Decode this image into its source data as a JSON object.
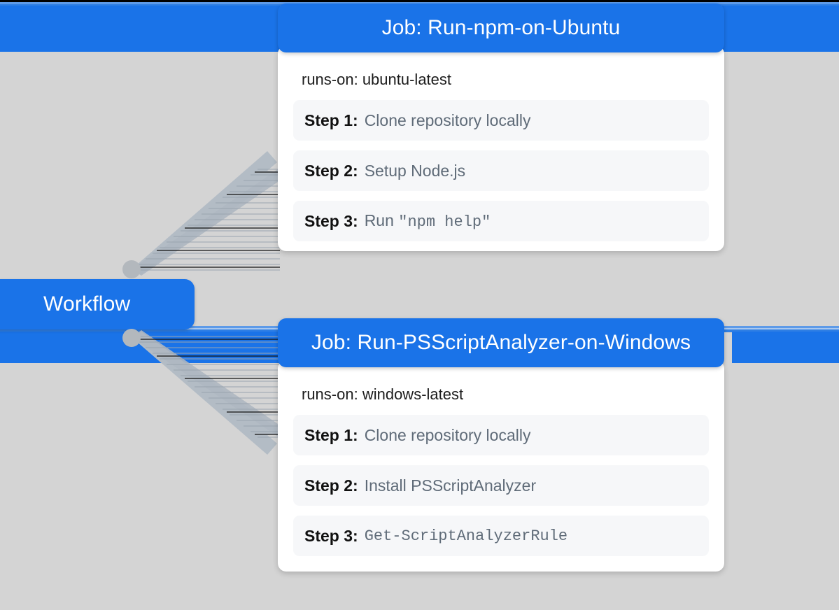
{
  "canvas": {
    "background_color": "#d4d4d4",
    "accent_color": "#1a73e8",
    "connector_color": "#b3b8bd",
    "step_row_color": "#f6f7f9"
  },
  "workflow_node": {
    "label": "Workflow"
  },
  "jobs": [
    {
      "title": "Job: Run-npm-on-Ubuntu",
      "runs_on": "runs-on: ubuntu-latest",
      "steps": [
        {
          "num": "Step 1:",
          "desc": "Clone repository locally",
          "mono": false
        },
        {
          "num": "Step 2:",
          "desc": "Setup Node.js",
          "mono": false
        },
        {
          "num": "Step 3:",
          "desc_prefix": "Run ",
          "desc_mono": "\"npm help\"",
          "mono": "partial"
        }
      ]
    },
    {
      "title": "Job: Run-PSScriptAnalyzer-on-Windows",
      "runs_on": "runs-on: windows-latest",
      "steps": [
        {
          "num": "Step 1:",
          "desc": "Clone repository locally",
          "mono": false
        },
        {
          "num": "Step 2:",
          "desc": "Install PSScriptAnalyzer",
          "mono": false
        },
        {
          "num": "Step 3:",
          "desc": "Get-ScriptAnalyzerRule",
          "mono": true
        }
      ]
    }
  ]
}
